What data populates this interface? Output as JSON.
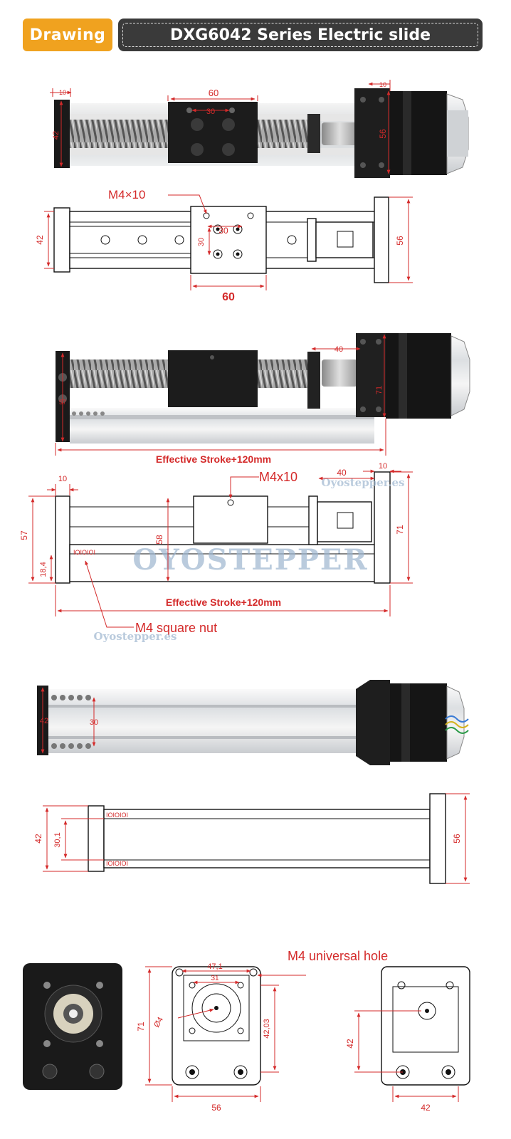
{
  "header": {
    "tag": "Drawing",
    "title": "DXG6042 Series Electric slide"
  },
  "view1": {
    "dim_left": "10",
    "dim_carriage": "60",
    "dim_holes": "30",
    "dim_end": "42",
    "dim_motor_top": "10",
    "dim_motor": "56"
  },
  "view2": {
    "callout": "M4×10",
    "dim_inner": "30",
    "dim_inner_v": "30",
    "dim_left": "42",
    "dim_right": "56",
    "dim_bottom": "60"
  },
  "view3": {
    "dim_coupler": "40",
    "dim_left": "57",
    "dim_right": "71",
    "stroke": "Effective Stroke+120mm"
  },
  "view4": {
    "dim_left_w": "10",
    "callout": "M4x10",
    "dim_coupler": "40",
    "dim_right_w": "10",
    "dim_left": "57",
    "dim_mid": "58",
    "dim_right": "71",
    "dim_small": "18,4",
    "stroke": "Effective Stroke+120mm",
    "nut": "M4 square nut",
    "watermark_top": "Oyostepper.es",
    "watermark_mid": "OYOSTEPPER",
    "watermark_bottom": "Oyostepper.es"
  },
  "view5": {
    "dim_end": "42",
    "dim_holes": "30"
  },
  "view6": {
    "dim_left": "42",
    "dim_inner": "30,1",
    "dim_right": "56"
  },
  "view7": {
    "title": "M4 universal hole",
    "dim_top": "47,1",
    "dim_inner": "31",
    "dim_hole": "Ø4",
    "dim_left": "71",
    "dim_right": "42,03",
    "dim_bottom": "56",
    "dim_left2": "42",
    "dim_bottom2": "42"
  }
}
